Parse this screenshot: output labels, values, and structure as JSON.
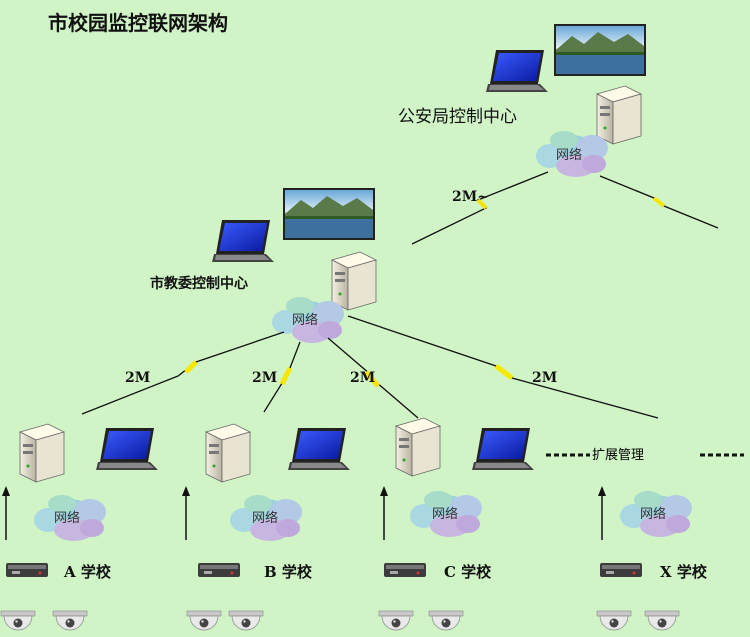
{
  "title": "市校园监控联网架构",
  "police_center": {
    "label": "公安局控制中心",
    "network": "网络",
    "bandwidth": "2M~"
  },
  "edu_center": {
    "label": "市教委控制中心",
    "network": "网络"
  },
  "links": [
    "2M",
    "2M",
    "2M",
    "2M"
  ],
  "expand_label": "扩展管理",
  "schools": [
    {
      "label": "A  学校",
      "network": "网络"
    },
    {
      "label": "B  学校",
      "network": "网络"
    },
    {
      "label": "C  学校",
      "network": "网络"
    },
    {
      "label": "X  学校",
      "network": "网络"
    }
  ],
  "colors": {
    "background": "#d0f4c6",
    "bolt": "#f7e600",
    "cloud": "#9bd3dd"
  }
}
